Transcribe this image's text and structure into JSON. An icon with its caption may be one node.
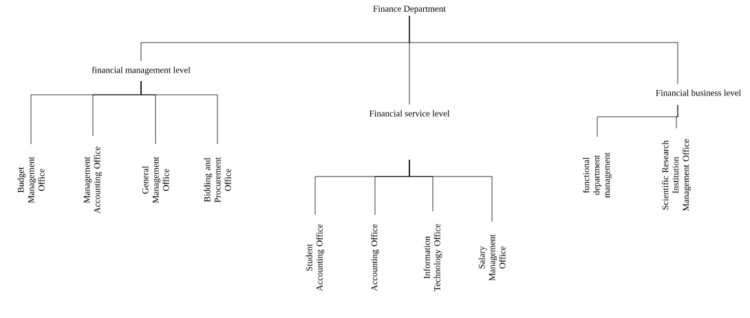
{
  "diagram": {
    "nodes": [
      {
        "text": [
          "Finance Department"
        ]
      },
      {
        "text": [
          "financial management level"
        ]
      },
      {
        "text": [
          "Financial service level"
        ]
      },
      {
        "text": [
          "Financial business level"
        ]
      },
      {
        "text": [
          "Budget Management Office"
        ]
      },
      {
        "text": [
          "Management Accounting Office"
        ]
      },
      {
        "text": [
          "General Management Office"
        ]
      },
      {
        "text": [
          "Bidding and Procurement Office"
        ]
      },
      {
        "text": [
          "Student Accounting Office"
        ]
      },
      {
        "text": [
          "Accounting Office"
        ]
      },
      {
        "text": [
          "Information Technology Office"
        ]
      },
      {
        "text": [
          "Salary Management Office"
        ]
      },
      {
        "text": [
          "functional department management"
        ]
      },
      {
        "text": [
          "Scientific Research Institution Management Office"
        ]
      }
    ],
    "edges": [
      {
        "from": 0,
        "to": 1,
        "arrow": "none"
      },
      {
        "from": 0,
        "to": 2,
        "arrow": "none"
      },
      {
        "from": 0,
        "to": 3,
        "arrow": "none"
      },
      {
        "from": 1,
        "to": 4,
        "arrow": "none"
      },
      {
        "from": 1,
        "to": 5,
        "arrow": "none"
      },
      {
        "from": 1,
        "to": 6,
        "arrow": "none"
      },
      {
        "from": 1,
        "to": 7,
        "arrow": "none"
      },
      {
        "from": 2,
        "to": 8,
        "arrow": "none"
      },
      {
        "from": 2,
        "to": 9,
        "arrow": "none"
      },
      {
        "from": 2,
        "to": 10,
        "arrow": "none"
      },
      {
        "from": 2,
        "to": 11,
        "arrow": "none"
      },
      {
        "from": 3,
        "to": 12,
        "arrow": "none"
      },
      {
        "from": 3,
        "to": 13,
        "arrow": "none"
      }
    ]
  }
}
